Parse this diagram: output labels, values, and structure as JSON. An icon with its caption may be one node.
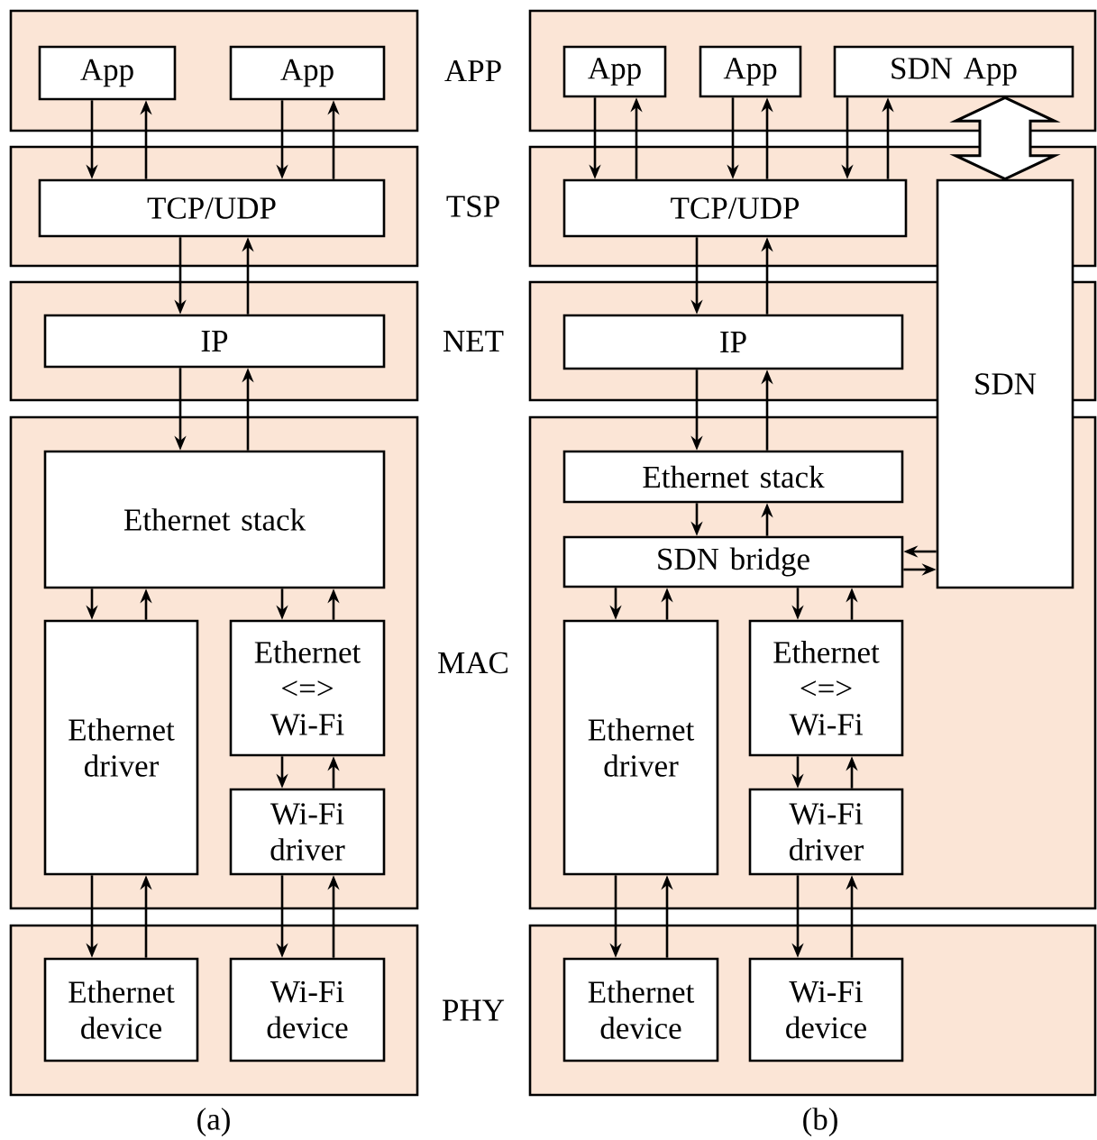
{
  "diagram": {
    "nodes": [
      {
        "text": [
          "APP"
        ]
      },
      {
        "text": [
          "App"
        ],
        "in": 0
      },
      {
        "text": [
          "App"
        ],
        "in": 0
      },
      {
        "text": [
          "TSP"
        ]
      },
      {
        "text": [
          "TCP/UDP"
        ],
        "in": 3
      },
      {
        "text": [
          "NET"
        ]
      },
      {
        "text": [
          "IP"
        ],
        "in": 5
      },
      {
        "text": [
          "MAC"
        ]
      },
      {
        "text": [
          "Ethernet stack"
        ],
        "in": 7
      },
      {
        "text": [
          "Ethernet driver"
        ],
        "in": 7
      },
      {
        "text": [
          "Ethernet <=> Wi-Fi"
        ],
        "in": 7
      },
      {
        "text": [
          "Wi-Fi driver"
        ],
        "in": 7
      },
      {
        "text": [
          "PHY"
        ]
      },
      {
        "text": [
          "Ethernet device"
        ],
        "in": 12
      },
      {
        "text": [
          "Wi-Fi device"
        ],
        "in": 12
      },
      {
        "text": [],
        "shape": "box"
      },
      {
        "text": [
          "App"
        ],
        "in": 15
      },
      {
        "text": [
          "App"
        ],
        "in": 15
      },
      {
        "text": [
          "SDN App"
        ],
        "in": 15
      },
      {
        "text": [],
        "shape": "box"
      },
      {
        "text": [
          "TCP/UDP"
        ],
        "in": 19
      },
      {
        "text": [],
        "shape": "box"
      },
      {
        "text": [
          "IP"
        ],
        "in": 21
      },
      {
        "text": [],
        "shape": "box"
      },
      {
        "text": [
          "SDN"
        ]
      },
      {
        "text": [
          "Ethernet stack"
        ],
        "in": 23
      },
      {
        "text": [
          "SDN bridge"
        ],
        "in": 23
      },
      {
        "text": [
          "Ethernet driver"
        ],
        "in": 23
      },
      {
        "text": [
          "Ethernet <=> Wi-Fi"
        ],
        "in": 23
      },
      {
        "text": [
          "Wi-Fi driver"
        ],
        "in": 23
      },
      {
        "text": [],
        "shape": "box"
      },
      {
        "text": [
          "Ethernet device"
        ],
        "in": 30
      },
      {
        "text": [
          "Wi-Fi device"
        ],
        "in": 30
      }
    ],
    "edges": [
      {
        "from": 1,
        "to": 4,
        "arrow": "to"
      },
      {
        "from": 4,
        "to": 1,
        "arrow": "to"
      },
      {
        "from": 2,
        "to": 4,
        "arrow": "to"
      },
      {
        "from": 4,
        "to": 2,
        "arrow": "to"
      },
      {
        "from": 4,
        "to": 6,
        "arrow": "to"
      },
      {
        "from": 6,
        "to": 4,
        "arrow": "to"
      },
      {
        "from": 6,
        "to": 8,
        "arrow": "to"
      },
      {
        "from": 8,
        "to": 6,
        "arrow": "to"
      },
      {
        "from": 8,
        "to": 9,
        "arrow": "to"
      },
      {
        "from": 9,
        "to": 8,
        "arrow": "to"
      },
      {
        "from": 8,
        "to": 10,
        "arrow": "to"
      },
      {
        "from": 10,
        "to": 8,
        "arrow": "to"
      },
      {
        "from": 10,
        "to": 11,
        "arrow": "to"
      },
      {
        "from": 11,
        "to": 10,
        "arrow": "to"
      },
      {
        "from": 9,
        "to": 13,
        "arrow": "to"
      },
      {
        "from": 13,
        "to": 9,
        "arrow": "to"
      },
      {
        "from": 11,
        "to": 14,
        "arrow": "to"
      },
      {
        "from": 14,
        "to": 11,
        "arrow": "to"
      },
      {
        "from": 16,
        "to": 20,
        "arrow": "to"
      },
      {
        "from": 20,
        "to": 16,
        "arrow": "to"
      },
      {
        "from": 17,
        "to": 20,
        "arrow": "to"
      },
      {
        "from": 20,
        "to": 17,
        "arrow": "to"
      },
      {
        "from": 18,
        "to": 20,
        "arrow": "to"
      },
      {
        "from": 20,
        "to": 18,
        "arrow": "to"
      },
      {
        "from": 18,
        "to": 24,
        "arrow": "both",
        "style": "thick"
      },
      {
        "from": 20,
        "to": 22,
        "arrow": "to"
      },
      {
        "from": 22,
        "to": 20,
        "arrow": "to"
      },
      {
        "from": 22,
        "to": 25,
        "arrow": "to"
      },
      {
        "from": 25,
        "to": 22,
        "arrow": "to"
      },
      {
        "from": 25,
        "to": 26,
        "arrow": "to"
      },
      {
        "from": 26,
        "to": 25,
        "arrow": "to"
      },
      {
        "from": 24,
        "to": 26,
        "arrow": "to"
      },
      {
        "from": 26,
        "to": 24,
        "arrow": "to"
      },
      {
        "from": 26,
        "to": 27,
        "arrow": "to"
      },
      {
        "from": 27,
        "to": 26,
        "arrow": "to"
      },
      {
        "from": 26,
        "to": 28,
        "arrow": "to"
      },
      {
        "from": 28,
        "to": 26,
        "arrow": "to"
      },
      {
        "from": 28,
        "to": 29,
        "arrow": "to"
      },
      {
        "from": 29,
        "to": 28,
        "arrow": "to"
      },
      {
        "from": 27,
        "to": 31,
        "arrow": "to"
      },
      {
        "from": 31,
        "to": 27,
        "arrow": "to"
      },
      {
        "from": 29,
        "to": 32,
        "arrow": "to"
      },
      {
        "from": 32,
        "to": 29,
        "arrow": "to"
      }
    ],
    "labels": [
      "(a)",
      "(b)"
    ]
  }
}
